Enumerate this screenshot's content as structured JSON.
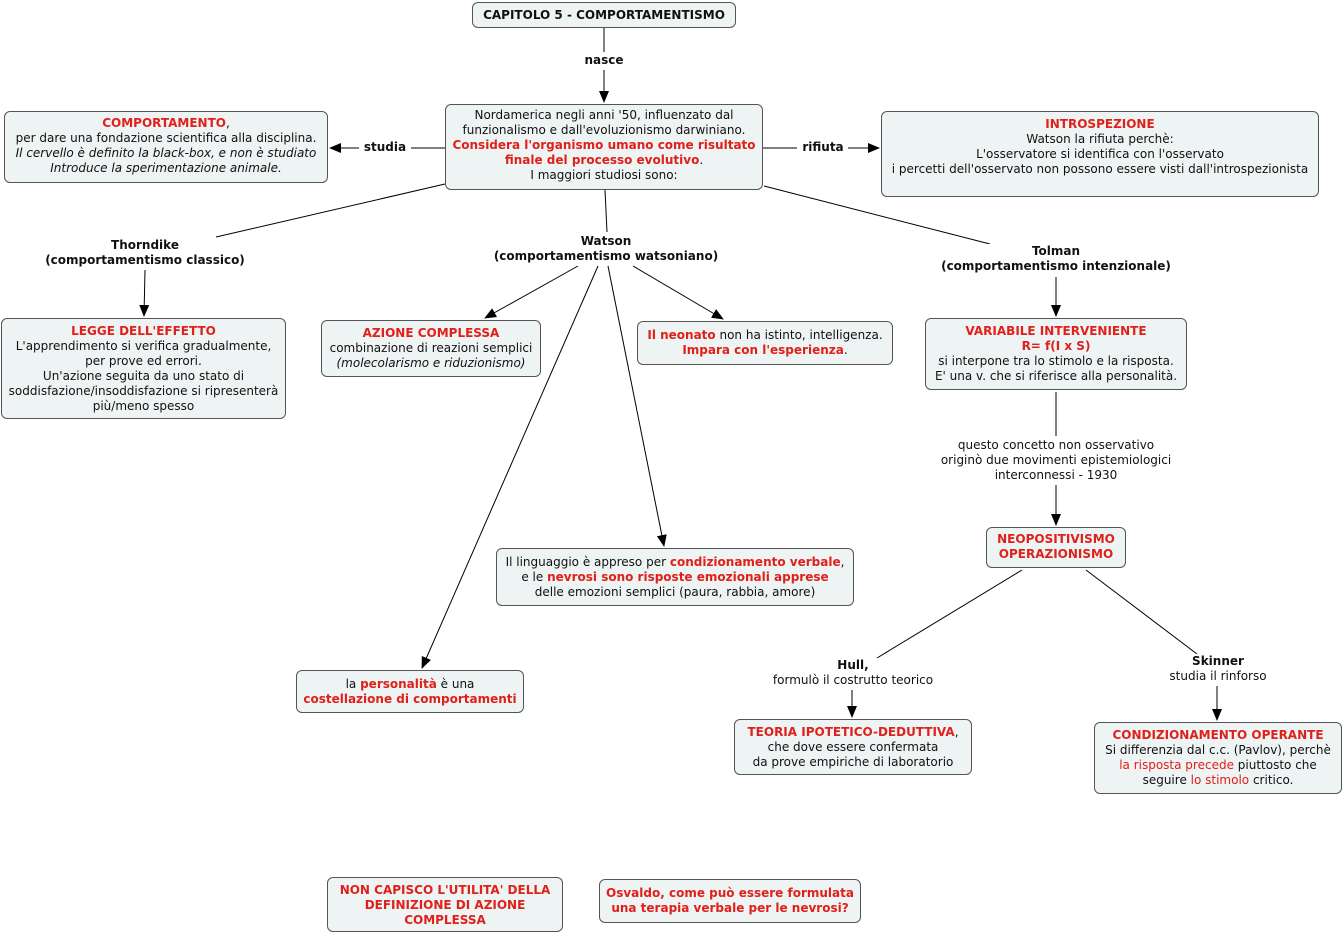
{
  "title": "CAPITOLO 5 - COMPORTAMENTISMO",
  "links": {
    "nasce": "nasce",
    "studia": "studia",
    "rifiuta": "rifiuta"
  },
  "center": {
    "line1": "Nordamerica negli anni '50, influenzato dal",
    "line2": "funzionalismo e dall'evoluzionismo darwiniano.",
    "line3": "Considera l'organismo umano come risultato",
    "line4": "finale del processo evolutivo",
    "line4_end": ".",
    "line5": "I maggiori studiosi sono:"
  },
  "comportamento": {
    "title": "COMPORTAMENTO",
    "title_end": ",",
    "line1": "per dare una fondazione scientifica alla disciplina.",
    "line2": "Il cervello è definito la black-box, e non è studiato",
    "line3": "Introduce la sperimentazione animale."
  },
  "introspezione": {
    "title": "INTROSPEZIONE",
    "line1": "Watson la rifiuta perchè:",
    "line2": "L'osservatore si identifica con l'osservato",
    "line3": "i percetti dell'osservato non possono essere visti dall'introspezionista"
  },
  "thorndike": {
    "name": "Thorndike",
    "sub": "(comportamentismo classico)"
  },
  "watson": {
    "name": "Watson",
    "sub": "(comportamentismo watsoniano)"
  },
  "tolman": {
    "name": "Tolman",
    "sub": "(comportamentismo intenzionale)"
  },
  "legge": {
    "title": "LEGGE DELL'EFFETTO",
    "line1": "L'apprendimento si verifica gradualmente,",
    "line2": "per prove ed errori.",
    "line3": "Un'azione seguita da uno stato di",
    "line4": "soddisfazione/insoddisfazione si ripresenterà",
    "line5": "più/meno spesso"
  },
  "azione": {
    "title": "AZIONE COMPLESSA",
    "line1": "combinazione di reazioni semplici",
    "line2": "(molecolarismo e riduzionismo)"
  },
  "neonato": {
    "a": "Il neonato",
    "b": " non ha istinto, intelligenza.",
    "c": "Impara con l'esperienza",
    "d": "."
  },
  "linguaggio": {
    "a": "Il linguaggio è appreso per ",
    "b": "condizionamento verbale",
    "c": ",",
    "d": "e le ",
    "e": "nevrosi sono risposte emozionali apprese",
    "f": "delle emozioni semplici (paura, rabbia, amore)"
  },
  "personalita": {
    "a": "la ",
    "b": "personalità",
    "c": " è una",
    "d": "costellazione di comportamenti"
  },
  "variabile": {
    "title": "VARIABILE INTERVENIENTE",
    "formula": "R= f(I x S)",
    "line1": "si interpone tra lo stimolo e la risposta.",
    "line2": "E' una v. che si riferisce alla personalità."
  },
  "concetto": {
    "line1": "questo concetto non osservativo",
    "line2": "originò due movimenti epistemiologici",
    "line3": "interconnessi - 1930"
  },
  "neopositivismo": {
    "line1": "NEOPOSITIVISMO",
    "line2": "OPERAZIONISMO"
  },
  "hull": {
    "name": "Hull,",
    "sub": "formulò il costrutto teorico"
  },
  "skinner": {
    "name": "Skinner",
    "sub": "studia il rinforso"
  },
  "teoria": {
    "title": "TEORIA IPOTETICO-DEDUTTIVA",
    "title_end": ",",
    "line1": "che dove essere confermata",
    "line2": "da prove empiriche di laboratorio"
  },
  "operante": {
    "title": "CONDIZIONAMENTO OPERANTE",
    "line1": "Si differenzia dal c.c. (Pavlov), perchè",
    "a": "la risposta precede",
    "b": " piuttosto che",
    "c": "seguire ",
    "d": "lo stimolo",
    "e": " critico."
  },
  "note1": {
    "line1": "NON CAPISCO L'UTILITA' DELLA",
    "line2": "DEFINIZIONE DI AZIONE",
    "line3": "COMPLESSA"
  },
  "note2": {
    "line1": "Osvaldo, come può essere formulata",
    "line2": "una terapia verbale per le nevrosi?"
  }
}
